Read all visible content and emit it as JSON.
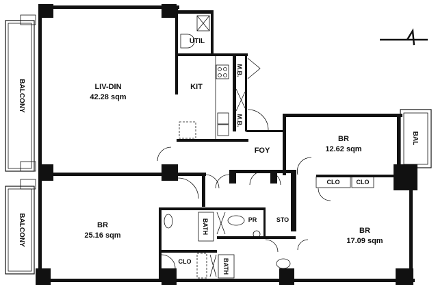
{
  "rooms": {
    "liv_din": {
      "name": "LIV-DIN",
      "area": "42.28 sqm"
    },
    "kit": {
      "name": "KIT"
    },
    "util": {
      "name": "UTIL"
    },
    "mb1": {
      "name": "M.B."
    },
    "mb2": {
      "name": "M.B."
    },
    "foy": {
      "name": "FOY"
    },
    "br_top": {
      "name": "BR",
      "area": "12.62 sqm"
    },
    "bal": {
      "name": "BAL"
    },
    "clo_a": {
      "name": "CLO"
    },
    "clo_b": {
      "name": "CLO"
    },
    "br_left": {
      "name": "BR",
      "area": "25.16 sqm"
    },
    "br_right": {
      "name": "BR",
      "area": "17.09 sqm"
    },
    "bath1": {
      "name": "BATH"
    },
    "bath2": {
      "name": "BATH"
    },
    "pr": {
      "name": "PR"
    },
    "sto": {
      "name": "STO"
    },
    "clo_c": {
      "name": "CLO"
    },
    "balcony_top": {
      "name": "BALCONY"
    },
    "balcony_bottom": {
      "name": "BALCONY"
    }
  }
}
